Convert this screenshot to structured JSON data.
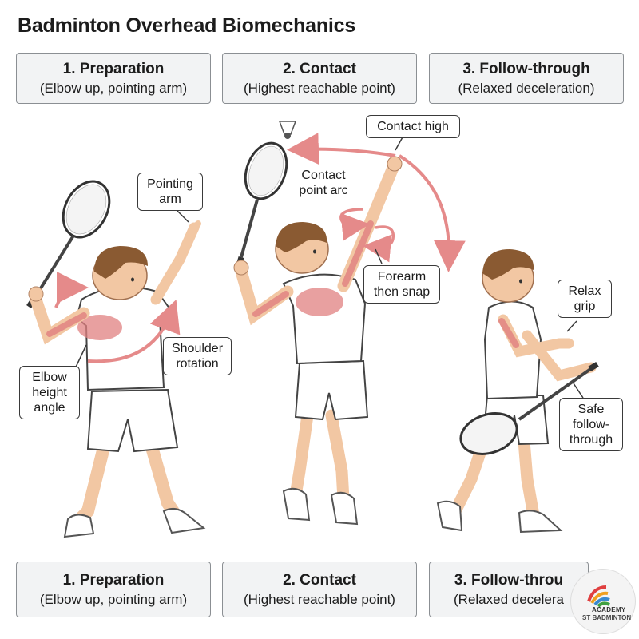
{
  "title": "Badminton Overhead Biomechanics",
  "phases_top": [
    {
      "title": "1. Preparation",
      "subtitle": "(Elbow up, pointing arm)"
    },
    {
      "title": "2. Contact",
      "subtitle": "(Highest reachable point)"
    },
    {
      "title": "3. Follow-through",
      "subtitle": "(Relaxed deceleration)"
    }
  ],
  "phases_bottom": [
    {
      "title": "1. Preparation",
      "subtitle": "(Elbow up, pointing arm)"
    },
    {
      "title": "2. Contact",
      "subtitle": "(Highest reachable point)"
    },
    {
      "title": "3. Follow-throu",
      "subtitle": "(Relaxed decelera"
    }
  ],
  "callouts": {
    "pointing_arm": "Pointing arm",
    "shoulder_rotation": "Shoulder rotation",
    "elbow_height": "Elbow height angle",
    "contact_high": "Contact high",
    "contact_arc": "Contact point arc",
    "forearm_snap": "Forearm then snap",
    "relax_grip": "Relax grip",
    "safe_follow": "Safe follow-through"
  },
  "logo": {
    "line1": "ACADEMY",
    "line2": "ST BADMINTON"
  },
  "colors": {
    "skin": "#f2c7a3",
    "muscle": "#e08080",
    "shirt": "#ffffff",
    "hair": "#8a5a32",
    "arrow": "#e58a8a",
    "box_fill": "#f2f3f4"
  }
}
